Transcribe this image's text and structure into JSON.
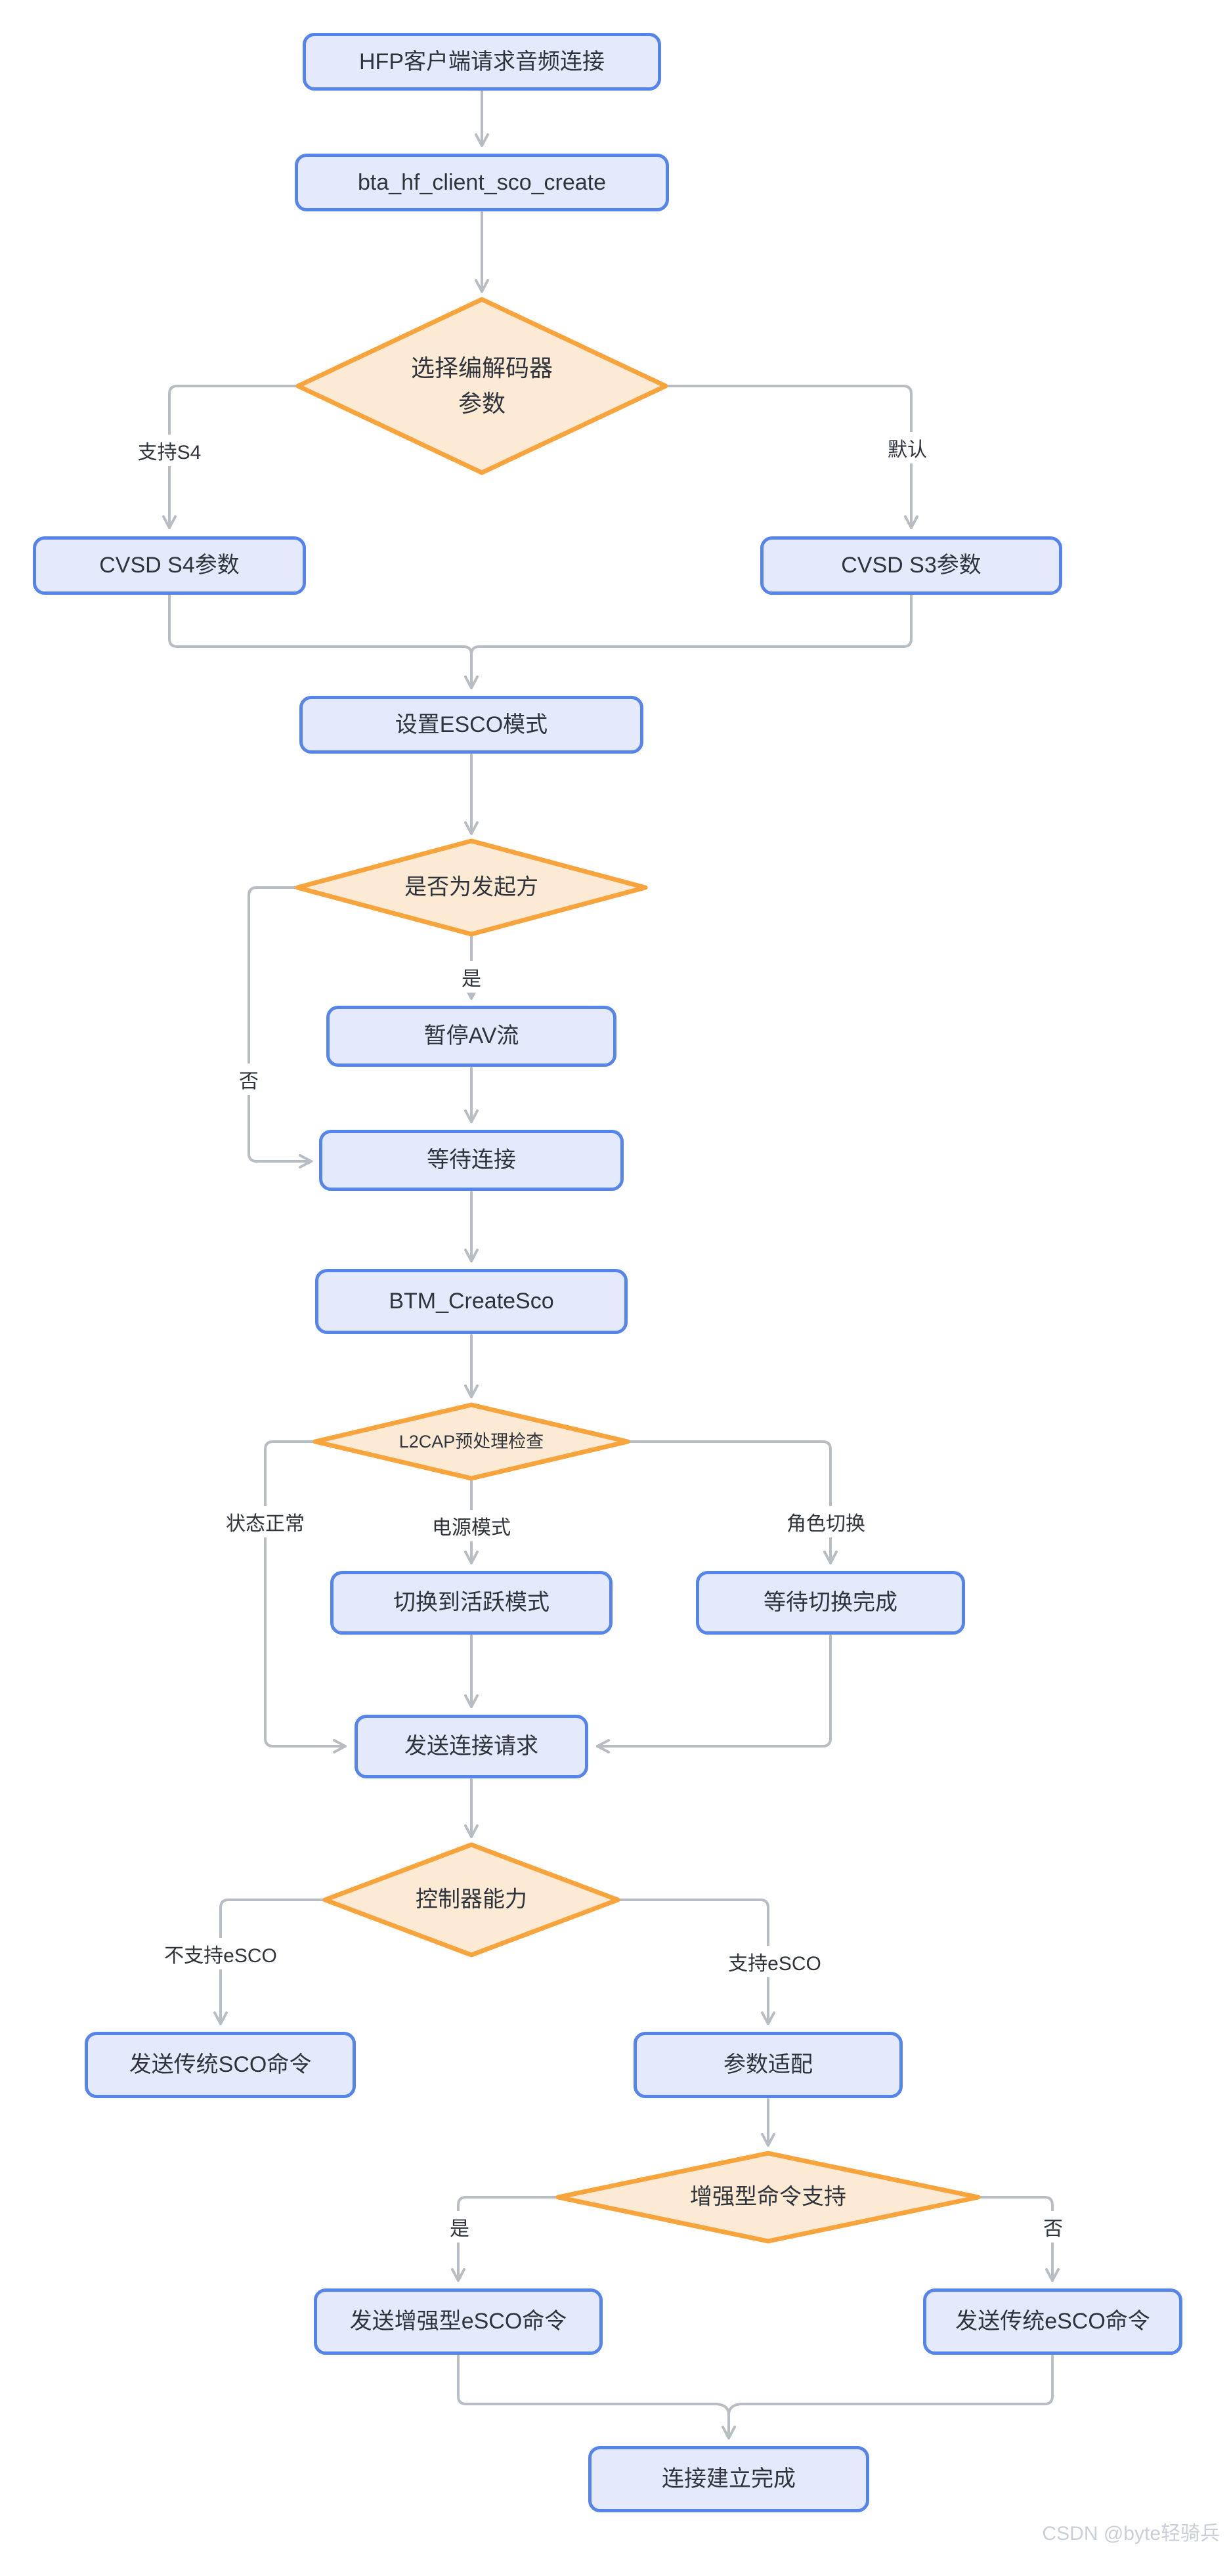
{
  "colors": {
    "process_fill": "#e4e9fc",
    "process_border": "#5585ea",
    "decision_fill": "#fcead4",
    "decision_border": "#f7a43d",
    "connector": "#b8bdc4",
    "text": "#2f343c",
    "watermark": "#c9cfd9"
  },
  "nodes": {
    "start": {
      "label": "HFP客户端请求音频连接"
    },
    "sco_create": {
      "label": "bta_hf_client_sco_create"
    },
    "codec_decision": {
      "label_line1": "选择编解码器",
      "label_line2": "参数"
    },
    "cvsd_s4": {
      "label": "CVSD S4参数"
    },
    "cvsd_s3": {
      "label": "CVSD S3参数"
    },
    "esco_mode": {
      "label": "设置ESCO模式"
    },
    "initiator_decision": {
      "label": "是否为发起方"
    },
    "pause_av": {
      "label": "暂停AV流"
    },
    "wait_connection": {
      "label": "等待连接"
    },
    "btm_create_sco": {
      "label": "BTM_CreateSco"
    },
    "l2cap_check": {
      "label": "L2CAP预处理检查"
    },
    "switch_active_mode": {
      "label": "切换到活跃模式"
    },
    "wait_switch_done": {
      "label": "等待切换完成"
    },
    "send_conn_request": {
      "label": "发送连接请求"
    },
    "controller_capability": {
      "label": "控制器能力"
    },
    "send_legacy_sco": {
      "label": "发送传统SCO命令"
    },
    "param_adapt": {
      "label": "参数适配"
    },
    "enhanced_cmd_support": {
      "label": "增强型命令支持"
    },
    "send_enhanced_esco": {
      "label": "发送增强型eSCO命令"
    },
    "send_legacy_esco": {
      "label": "发送传统eSCO命令"
    },
    "conn_complete": {
      "label": "连接建立完成"
    }
  },
  "edge_labels": {
    "support_s4": "支持S4",
    "default_branch": "默认",
    "initiator_yes": "是",
    "initiator_no": "否",
    "status_ok": "状态正常",
    "power_mode": "电源模式",
    "role_switch": "角色切换",
    "no_esco": "不支持eSCO",
    "support_esco": "支持eSCO",
    "enhanced_yes": "是",
    "enhanced_no": "否"
  },
  "watermark": "CSDN @byte轻骑兵"
}
